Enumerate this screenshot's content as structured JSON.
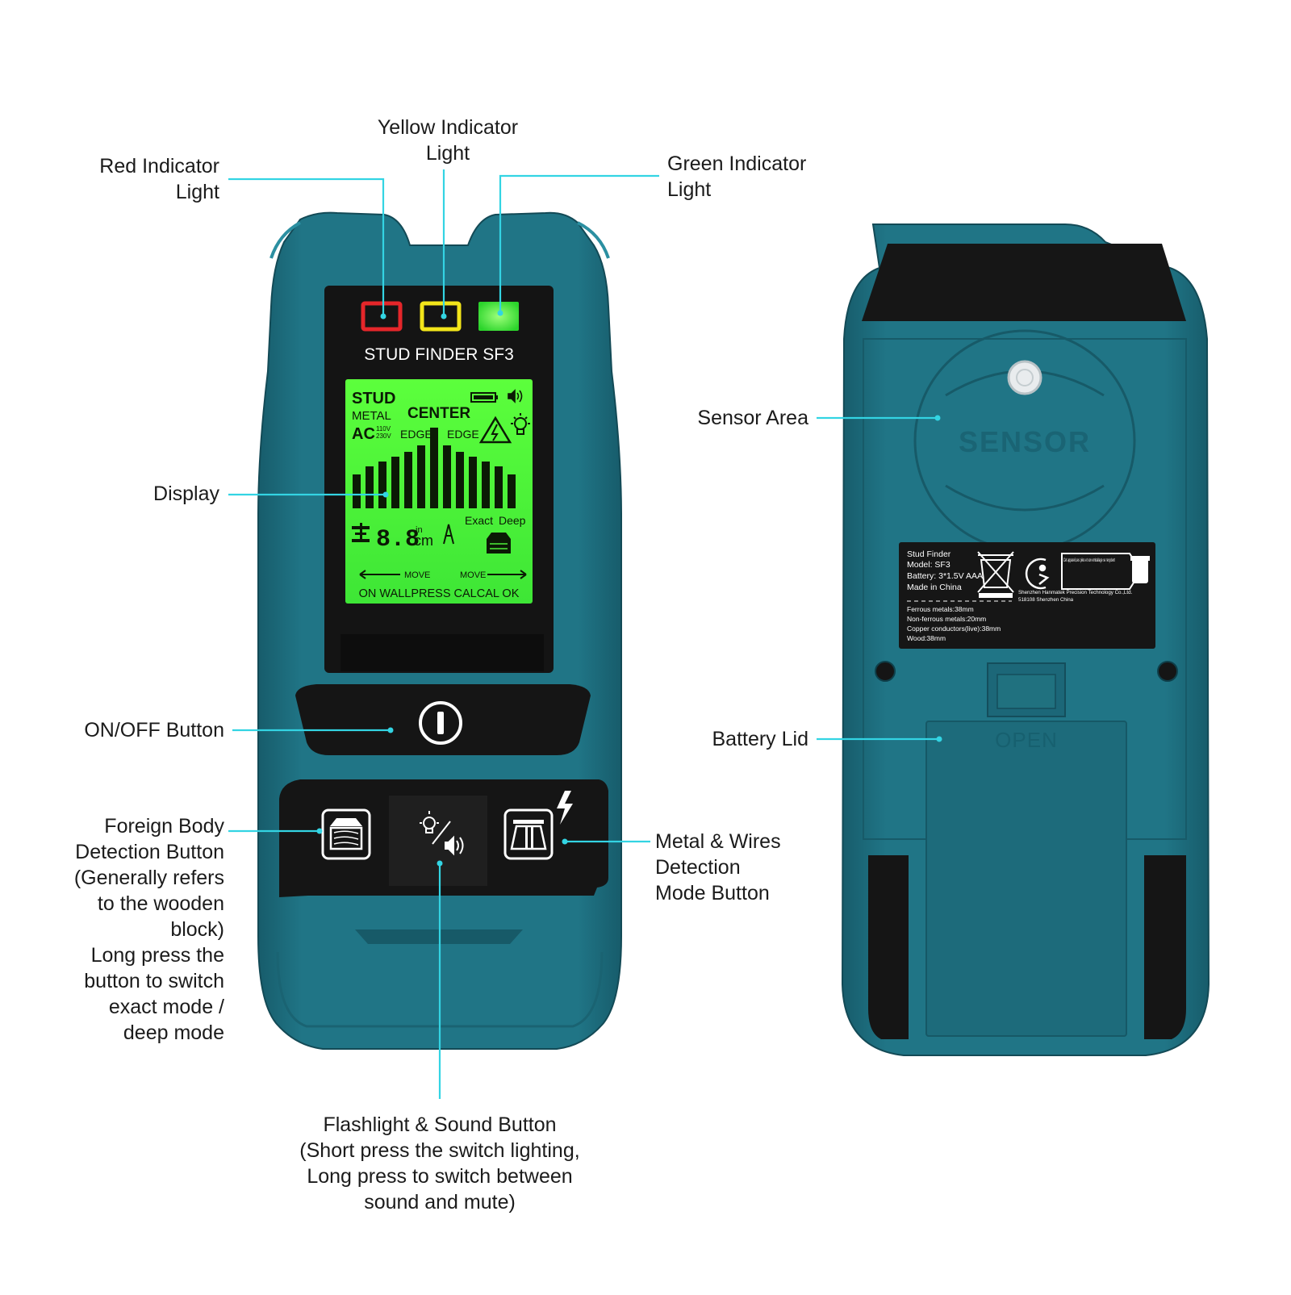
{
  "colors": {
    "body_teal": "#1f6f80",
    "body_teal_dark": "#175a68",
    "black_panel": "#151515",
    "lcd_green": "#4cf03a",
    "leader_cyan": "#33d4e3",
    "indicator_red": "#e5262a",
    "indicator_yellow": "#f2e51a",
    "indicator_green": "#2bf52b"
  },
  "callouts": {
    "red_indicator": "Red Indicator\nLight",
    "yellow_indicator": "Yellow Indicator\nLight",
    "green_indicator": "Green Indicator\nLight",
    "display": "Display",
    "on_off": "ON/OFF Button",
    "foreign_body": "Foreign Body\nDetection Button\n(Generally refers\nto the wooden\nblock)\nLong press the\nbutton to switch\nexact mode /\ndeep mode",
    "flashlight_sound": "Flashlight & Sound Button\n(Short press the switch lighting,\nLong press to switch between\nsound and mute)",
    "metal_wires": "Metal & Wires\nDetection\nMode Button",
    "sensor_area": "Sensor Area",
    "battery_lid": "Battery Lid"
  },
  "device_front": {
    "model_title": "STUD FINDER SF3",
    "lcd": {
      "stud": "STUD",
      "metal": "METAL",
      "center": "CENTER",
      "ac": "AC",
      "v110": "110V",
      "v230": "230V",
      "edge_left": "EDGE",
      "edge_right": "EDGE",
      "digits": "8.8",
      "frac_in": "in",
      "cm": "cm",
      "exact": "Exact",
      "deep": "Deep",
      "move_left": "MOVE",
      "move_right": "MOVE",
      "status_line": "ON WALLPRESS CALCAL OK"
    },
    "icons": [
      "battery-icon",
      "speaker-icon",
      "warning-bolt-icon",
      "bulb-icon",
      "power-icon",
      "wood-block-icon",
      "flashlight-sound-icon",
      "metal-wire-icon",
      "lightning-icon"
    ]
  },
  "device_back": {
    "sensor_text": "SENSOR",
    "open_text": "OPEN",
    "label": {
      "line1": "Stud Finder",
      "line2": "Model: SF3",
      "line3": "Battery: 3*1.5V AAA",
      "line4": "Made in China",
      "company": "Shenzhen Hanmatek Precision Technology Co.,Ltd.",
      "address": "518108 Shenzhen China",
      "recycle_note": "Cet appareil,ses piles et son emballage se recyclent",
      "spec1": "Ferrous metals:38mm",
      "spec2": "Non-ferrous metals:20mm",
      "spec3": "Copper conductors(live):38mm",
      "spec4": "Wood:38mm"
    }
  }
}
